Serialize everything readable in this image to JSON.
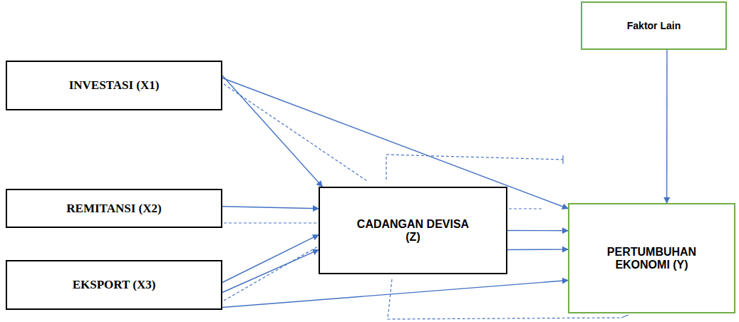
{
  "diagram": {
    "nodes": [
      {
        "text": [
          "Faktor Lain"
        ]
      },
      {
        "text": [
          "INVESTASI (X1)"
        ]
      },
      {
        "text": [
          "REMITANSI (X2)"
        ]
      },
      {
        "text": [
          "CADANGAN DEVISA (Z)"
        ]
      },
      {
        "text": [
          "PERTUMBUHAN EKONOMI (Y)"
        ]
      },
      {
        "text": [
          "EKSPORT (X3)"
        ]
      }
    ],
    "edges": [
      {
        "from": 1,
        "to": 3,
        "arrow": "to"
      },
      {
        "from": 1,
        "to": 4,
        "arrow": "to"
      },
      {
        "from": 2,
        "to": 3,
        "arrow": "to"
      },
      {
        "from": 5,
        "to": 3,
        "arrow": "to"
      },
      {
        "from": 5,
        "to": 3,
        "arrow": "to"
      },
      {
        "from": 3,
        "to": 4,
        "arrow": "to"
      },
      {
        "from": 3,
        "to": 4,
        "arrow": "to"
      },
      {
        "from": 5,
        "to": 4,
        "arrow": "to"
      },
      {
        "from": 0,
        "to": 4,
        "arrow": "to"
      }
    ]
  }
}
